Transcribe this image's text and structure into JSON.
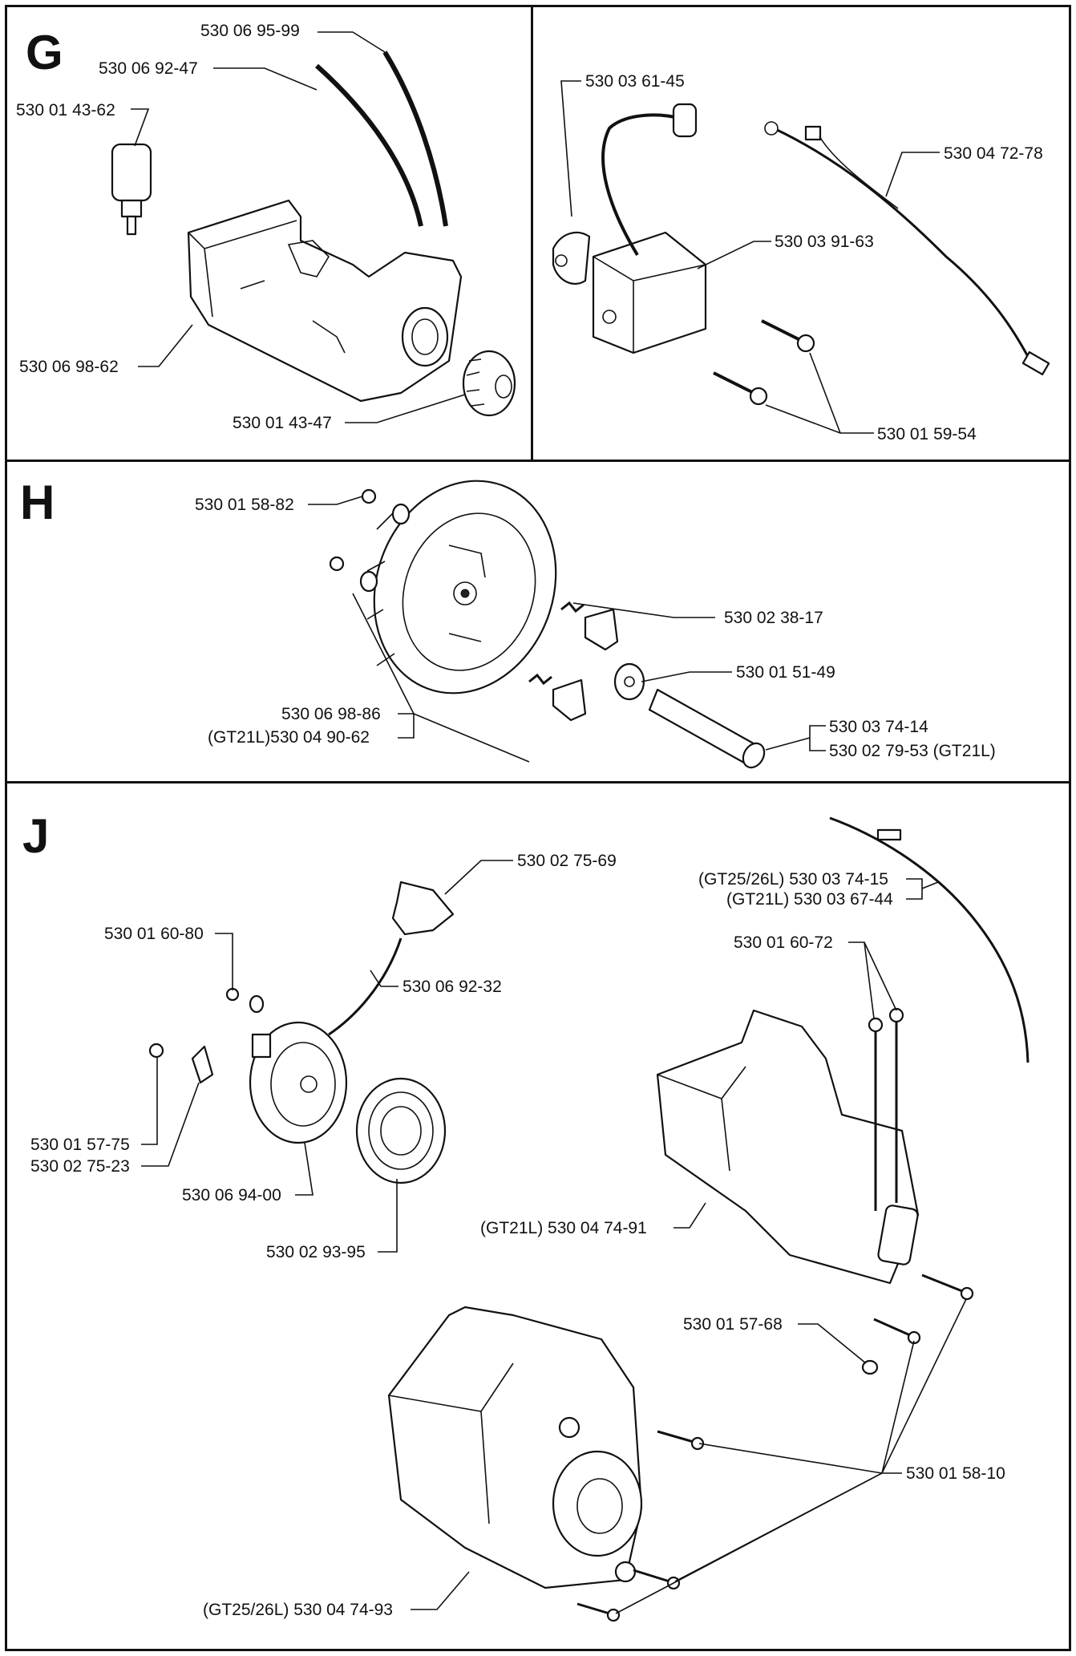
{
  "sections": {
    "G": {
      "letter": "G",
      "labels": [
        "530 06 95-99",
        "530 06 92-47",
        "530 01 43-62",
        "530 06 98-62",
        "530 01 43-47"
      ]
    },
    "ignition": {
      "labels": [
        "530 03 61-45",
        "530 04 72-78",
        "530 03 91-63",
        "530 01 59-54"
      ]
    },
    "H": {
      "letter": "H",
      "labels": [
        "530 01 58-82",
        "530 02 38-17",
        "530 01 51-49",
        "530 06 98-86",
        "(GT21L)530 04 90-62",
        "530 03 74-14",
        "530 02 79-53 (GT21L)"
      ]
    },
    "J": {
      "letter": "J",
      "labels": [
        "530 02 75-69",
        "530 01 60-80",
        "530 06 92-32",
        "530 01 57-75",
        "530 02 75-23",
        "530 06 94-00",
        "530 02 93-95",
        "(GT25/26L) 530 03 74-15",
        "(GT21L) 530 03 67-44",
        "530 01 60-72",
        "(GT21L) 530 04 74-91",
        "530 01 57-68",
        "530 01 58-10",
        "(GT25/26L) 530 04 74-93"
      ]
    }
  }
}
